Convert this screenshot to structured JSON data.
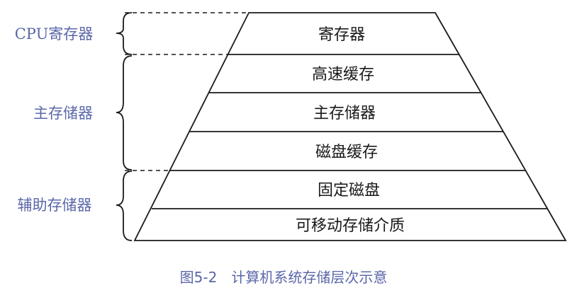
{
  "diagram": {
    "levels": [
      "寄存器",
      "高速缓存",
      "主存储器",
      "磁盘缓存",
      "固定磁盘",
      "可移动存储介质"
    ],
    "groups": [
      "CPU寄存器",
      "主存储器",
      "辅助存储器"
    ]
  },
  "caption": "图5-2　计算机系统存储层次示意",
  "colors": {
    "line": "#1a1a1a",
    "label_text": "#1a1a1a",
    "group_text": "#5a67a8",
    "caption_text": "#5a67a8"
  }
}
